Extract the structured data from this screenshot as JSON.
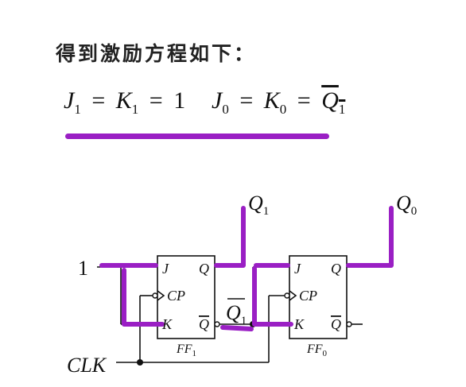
{
  "heading": "得到激励方程如下：",
  "equations": [
    {
      "parts": [
        "J",
        "1",
        "=",
        "K",
        "1",
        "=",
        "1"
      ]
    },
    {
      "parts": [
        "J",
        "0",
        "=",
        "K",
        "0",
        "=",
        "Q",
        "1"
      ]
    }
  ],
  "circuit": {
    "input_one": "1",
    "clk": "CLK",
    "ff1": {
      "name": "FF",
      "sub": "1",
      "j": "J",
      "k": "K",
      "cp": "CP",
      "q": "Q",
      "qbar": "Q"
    },
    "ff0": {
      "name": "FF",
      "sub": "0",
      "j": "J",
      "k": "K",
      "cp": "CP",
      "q": "Q",
      "qbar": "Q"
    },
    "q1_output": {
      "main": "Q",
      "sub": "1"
    },
    "q0_output": {
      "main": "Q",
      "sub": "0"
    },
    "q1bar_label": {
      "main": "Q",
      "sub": "1"
    }
  },
  "colors": {
    "marker": "#9a1fc4",
    "ink": "#111111"
  }
}
